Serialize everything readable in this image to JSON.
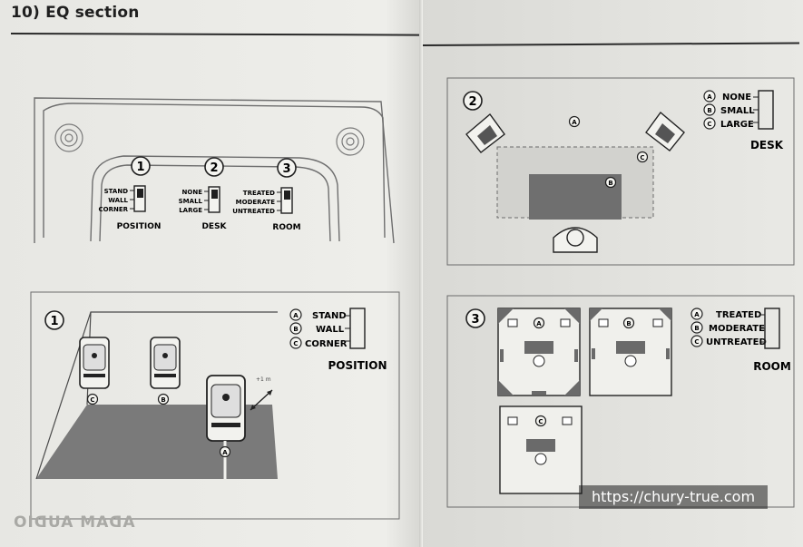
{
  "header": {
    "title": "10) EQ section"
  },
  "overview": {
    "switches": [
      {
        "number": "1",
        "options": [
          "STAND",
          "WALL",
          "CORNER"
        ],
        "label": "POSITION"
      },
      {
        "number": "2",
        "options": [
          "NONE",
          "SMALL",
          "LARGE"
        ],
        "label": "DESK"
      },
      {
        "number": "3",
        "options": [
          "TREATED",
          "MODERATE",
          "UNTREATED"
        ],
        "label": "ROOM"
      }
    ]
  },
  "position_panel": {
    "number": "1",
    "options": [
      {
        "letter": "A",
        "label": "STAND"
      },
      {
        "letter": "B",
        "label": "WALL"
      },
      {
        "letter": "C",
        "label": "CORNER"
      }
    ],
    "title": "POSITION",
    "distance_label": "+1 m",
    "speaker_markers": [
      "C",
      "B",
      "A"
    ]
  },
  "desk_panel": {
    "number": "2",
    "options": [
      {
        "letter": "A",
        "label": "NONE"
      },
      {
        "letter": "B",
        "label": "SMALL"
      },
      {
        "letter": "C",
        "label": "LARGE"
      }
    ],
    "title": "DESK",
    "markers": [
      "A",
      "B",
      "C"
    ]
  },
  "room_panel": {
    "number": "3",
    "options": [
      {
        "letter": "A",
        "label": "TREATED"
      },
      {
        "letter": "B",
        "label": "MODERATE"
      },
      {
        "letter": "C",
        "label": "UNTREATED"
      }
    ],
    "title": "ROOM",
    "room_markers": [
      "A",
      "B",
      "C"
    ]
  },
  "footer": {
    "brand": "ADAM AUDIO"
  },
  "watermark": {
    "text": "https://chury-true.com"
  }
}
